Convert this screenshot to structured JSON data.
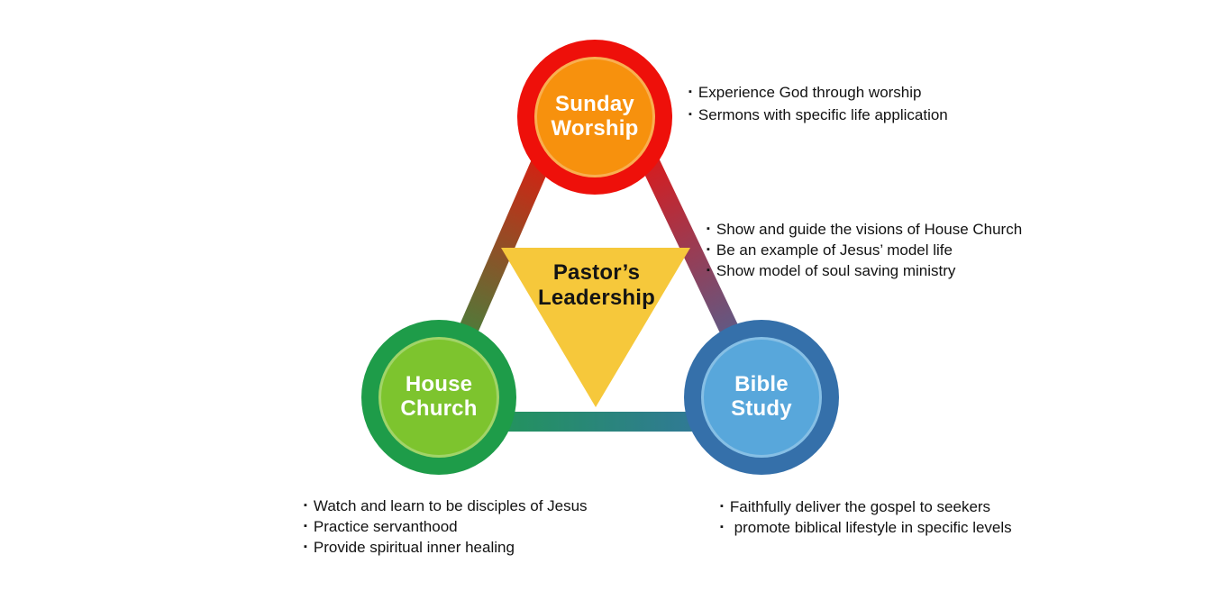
{
  "bullet_char": "▪",
  "colors": {
    "red": "#EE100A",
    "orange": "#F7910D",
    "green-dark": "#1E9C49",
    "green-light": "#7DC42E",
    "blue-dark": "#3570AA",
    "blue-light": "#58A7DB",
    "yellow": "#F6C83B",
    "text": "#121212"
  },
  "nodes": {
    "sunday_worship": {
      "label": "Sunday\nWorship",
      "ring_color": "#EE100A",
      "fill_color": "#F7910D"
    },
    "house_church": {
      "label": "House\nChurch",
      "ring_color": "#1E9C49",
      "fill_color": "#7DC42E"
    },
    "bible_study": {
      "label": "Bible\nStudy",
      "ring_color": "#3570AA",
      "fill_color": "#58A7DB"
    },
    "pastors_leadership": {
      "label": "Pastor’s\nLeadership",
      "fill_color": "#F6C83B"
    }
  },
  "lists": {
    "sunday_worship": {
      "items": [
        "Experience God through worship",
        "Sermons with specific life application"
      ]
    },
    "pastors_leadership": {
      "items": [
        "Show and guide the visions of House Church",
        "Be an example of Jesus’ model life",
        "Show model of soul saving ministry"
      ]
    },
    "house_church": {
      "items": [
        "Watch and learn to be disciples of Jesus",
        "Practice servanthood",
        "Provide spiritual inner healing"
      ]
    },
    "bible_study": {
      "items": [
        "Faithfully deliver the gospel to seekers",
        " promote biblical lifestyle in specific levels"
      ]
    }
  }
}
